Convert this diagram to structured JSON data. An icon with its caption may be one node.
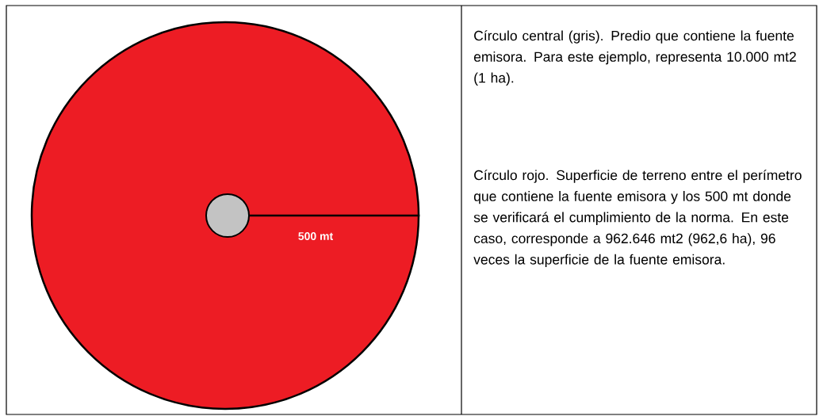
{
  "diagram": {
    "nodes": [
      {
        "text": [],
        "shape": "circle"
      },
      {
        "text": [],
        "shape": "circle",
        "in": 0
      }
    ],
    "labels": [
      "500 mt",
      "Círculo central (gris). Predio que contiene la fuente emisora. Para este ejemplo, representa 10.000 mt2 (1 ha).",
      "Círculo rojo. Superficie de terreno entre el perímetro que contiene la fuente emisora y los 500 mt donde se verificará el cumplimiento de la norma. En este caso, corresponde a 962.646 mt2 (962,6 ha), 96 veces la superficie de la fuente emisora."
    ]
  }
}
